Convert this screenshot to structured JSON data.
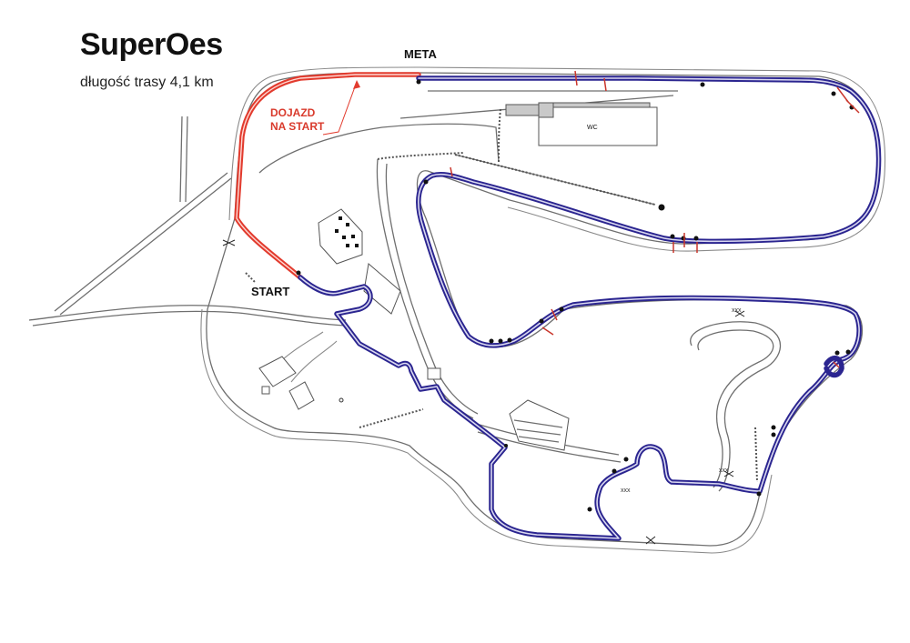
{
  "header": {
    "title": "SuperOes",
    "subtitle": "długość trasy 4,1 km"
  },
  "labels": {
    "meta": "META",
    "start": "START",
    "dojazd_line1": "DOJAZD",
    "dojazd_line2": "NA START",
    "wc": "WC",
    "xxx_1": "xxx",
    "xxx_2": "xxx",
    "xxx_3": "xxx"
  },
  "colors": {
    "stage_route": "#2b2590",
    "access_route": "#e23b2e",
    "roads": "#6f6f6f",
    "background": "#ffffff"
  }
}
